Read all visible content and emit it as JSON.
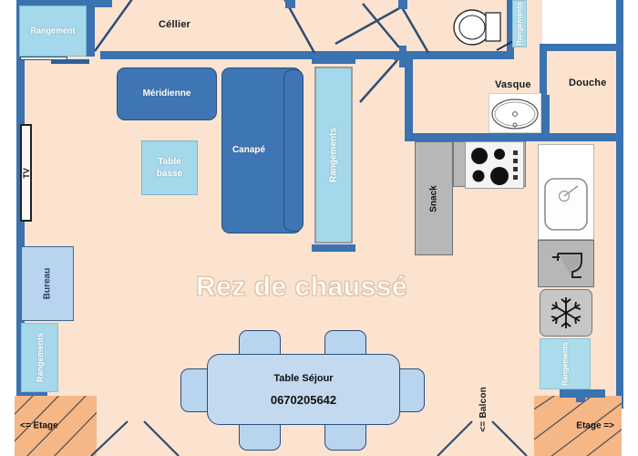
{
  "plan": {
    "title": "Rez de chaussé",
    "phone": "0670205642"
  },
  "rooms": [
    {
      "key": "cellier",
      "label": "Céllier"
    },
    {
      "key": "douche",
      "label": "Douche"
    },
    {
      "key": "vasque",
      "label": "Vasque"
    }
  ],
  "furniture": {
    "rangement_top_left": "Rangement",
    "meridienne": "Méridienne",
    "canape": "Canapé",
    "table_basse": "Table\nbasse",
    "table_basse_line1": "Table",
    "table_basse_line2": "basse",
    "rangements_center": "Rangements",
    "rangements_wc": "Rangements",
    "tv": "TV",
    "bureau": "Bureau",
    "rangements_left": "Rangements",
    "snack": "Snack",
    "rangements_right": "Rangements",
    "table_sejour": "Table Séjour"
  },
  "annotations": {
    "etage_left": "<= Etage",
    "etage_right": "Etage =>",
    "balcon": "<= Balcon"
  },
  "icons": {
    "toilet": "toilet-icon",
    "washbasin": "washbasin-icon",
    "stove": "stove-icon",
    "kitchen_sink": "kitchen-sink-icon",
    "dishwasher": "dishwasher-icon",
    "freezer": "freezer-snowflake-icon"
  },
  "colors": {
    "floor": "#fbe3d0",
    "wall": "#3b72b0",
    "furniture_dark_blue": "#3e75b4",
    "furniture_light_blue": "#a8dcea",
    "furniture_pale_blue": "#b9d4ef",
    "counter_gray": "#b7b7b7",
    "stairs_orange": "#f6b787",
    "title_white": "#ffffff"
  }
}
